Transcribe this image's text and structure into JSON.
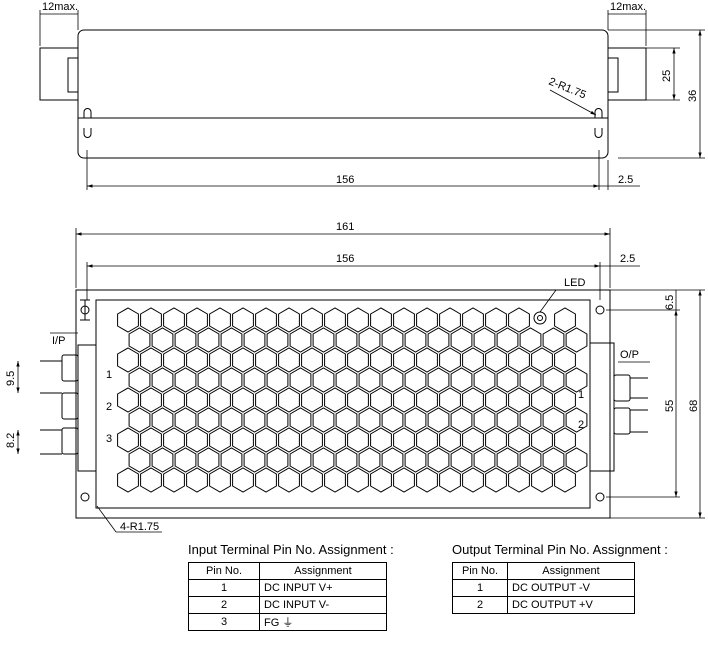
{
  "dimensions": {
    "top_left_max": "12max.",
    "top_right_max": "12max.",
    "d25": "25",
    "d36": "36",
    "radius_top": "2-R1.75",
    "d156_top": "156",
    "d2_5_top": "2.5",
    "d161": "161",
    "d156_mid": "156",
    "d2_5_mid": "2.5",
    "led": "LED",
    "d6_5": "6.5",
    "d55": "55",
    "d68": "68",
    "ip": "I/P",
    "op": "O/P",
    "d9_5": "9.5",
    "d8_2": "8.2",
    "radius_bottom": "4-R1.75",
    "in_pin1": "1",
    "in_pin2": "2",
    "in_pin3": "3",
    "out_pin1": "1",
    "out_pin2": "2"
  },
  "input_table": {
    "title": "Input Terminal Pin No.  Assignment :",
    "headers": [
      "Pin No.",
      "Assignment"
    ],
    "rows": [
      [
        "1",
        "DC INPUT V+"
      ],
      [
        "2",
        "DC INPUT V-"
      ],
      [
        "3",
        "FG ⏚"
      ]
    ]
  },
  "output_table": {
    "title": "Output Terminal Pin No.  Assignment :",
    "headers": [
      "Pin No.",
      "Assignment"
    ],
    "rows": [
      [
        "1",
        "DC OUTPUT -V"
      ],
      [
        "2",
        "DC OUTPUT +V"
      ]
    ]
  }
}
